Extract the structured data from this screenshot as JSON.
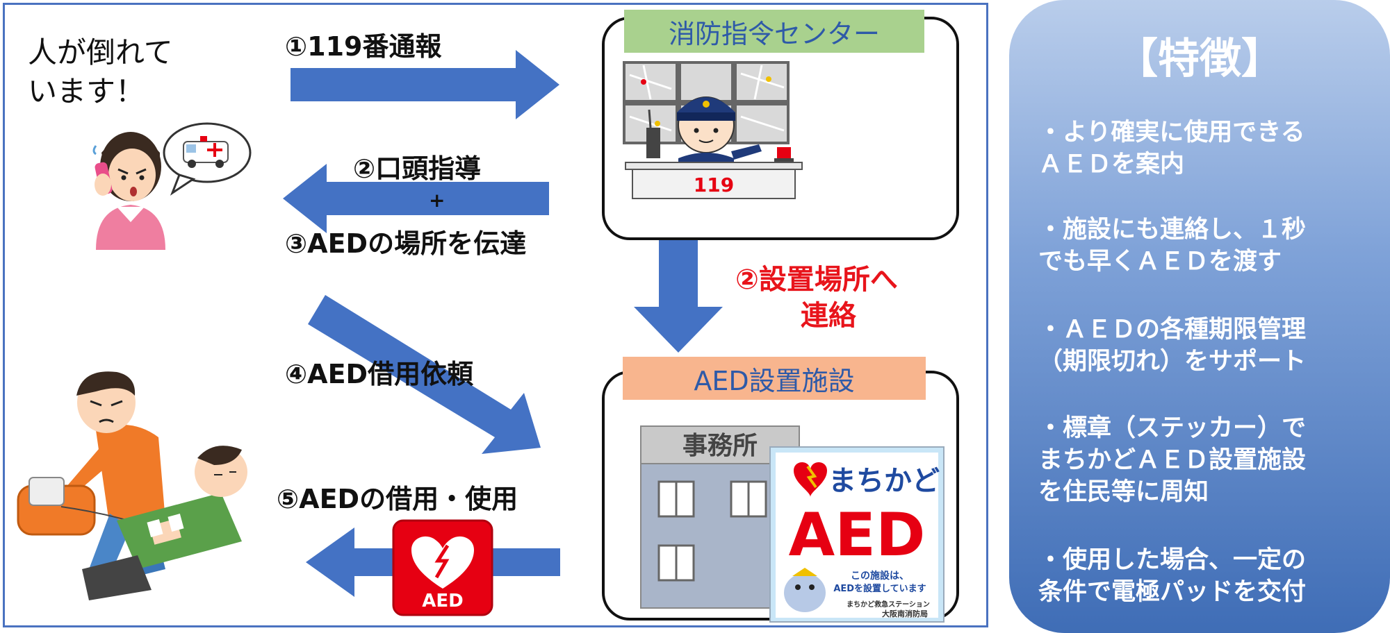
{
  "flow": {
    "caller_speech": "人が倒れて\nいます！",
    "step1": "①119番通報",
    "step2_guidance": "②口頭指導",
    "plus": "+",
    "step3": "③AEDの場所を伝達",
    "step2_contact_line1": "②設置場所へ",
    "step2_contact_line2": "連絡",
    "step4": "④AED借用依頼",
    "step5": "⑤AEDの借用・使用"
  },
  "command_center": {
    "title": "消防指令センター",
    "desk_number": "119"
  },
  "facility": {
    "title": "AED設置施設",
    "building_sign": "事務所",
    "aed_case_label": "AED"
  },
  "sticker": {
    "line1": "まちかど",
    "line2": "AED",
    "sub1": "この施設は、",
    "sub2": "AEDを設置しています",
    "org1": "まちかど救急ステーション",
    "org2": "大阪南消防局"
  },
  "features": {
    "title": "【特徴】",
    "items": [
      "・より確実に使用できる\nＡＥＤを案内",
      "・施設にも連絡し、１秒\nでも早くＡＥＤを渡す",
      "・ＡＥＤの各種期限管理\n（期限切れ）をサポート",
      "・標章（ステッカー）で\nまちかどＡＥＤ設置施設\nを住民等に周知",
      "・使用した場合、一定の\n条件で電極パッドを交付"
    ]
  },
  "colors": {
    "arrow": "#4472c4",
    "red_text": "#e8141b",
    "center_tag_bg": "#a9d18e",
    "facility_tag_bg": "#f8b58e",
    "tag_text": "#2e5aa8",
    "aed_red": "#e60012"
  }
}
